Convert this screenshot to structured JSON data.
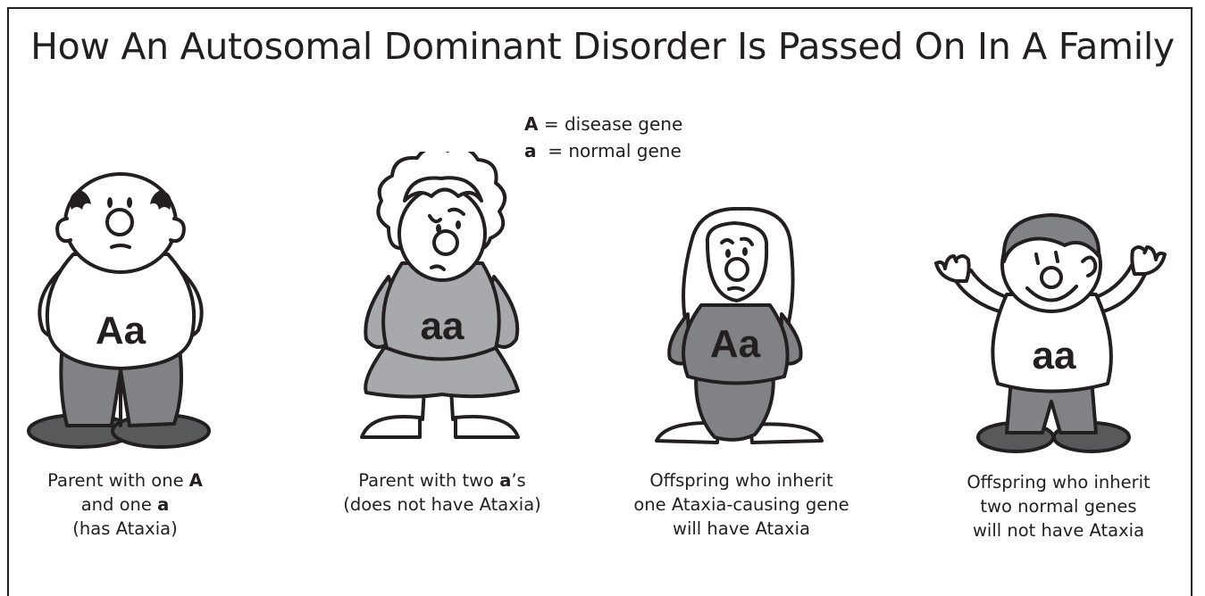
{
  "title": "How An Autosomal Dominant Disorder Is Passed On In A Family",
  "legend": {
    "items": [
      {
        "symbol": "A",
        "separator": " = ",
        "meaning": "disease gene"
      },
      {
        "symbol": "a",
        "separator": "  = ",
        "meaning": "normal gene"
      }
    ]
  },
  "figures": [
    {
      "shirt_text": "Aa",
      "caption": {
        "line1_prefix": "Parent with one ",
        "line1_bold": "A",
        "line2_prefix": "and one ",
        "line2_bold": "a",
        "line3": "(has Ataxia)"
      }
    },
    {
      "shirt_text": "aa",
      "caption": {
        "line1_prefix": "Parent with two ",
        "line1_bold": "a",
        "line1_suffix": "’s",
        "line2": "(does not have Ataxia)"
      }
    },
    {
      "shirt_text": "Aa",
      "caption": {
        "line1": "Offspring who inherit",
        "line2": "one Ataxia-causing gene",
        "line3": "will have Ataxia"
      }
    },
    {
      "shirt_text": "aa",
      "caption": {
        "line1": "Offspring who inherit",
        "line2": "two normal genes",
        "line3": "will not have Ataxia"
      }
    }
  ],
  "colors": {
    "ink": "#231f20",
    "shirt_gray": "#a7a9ac",
    "dark_gray": "#58595b",
    "white": "#ffffff"
  }
}
